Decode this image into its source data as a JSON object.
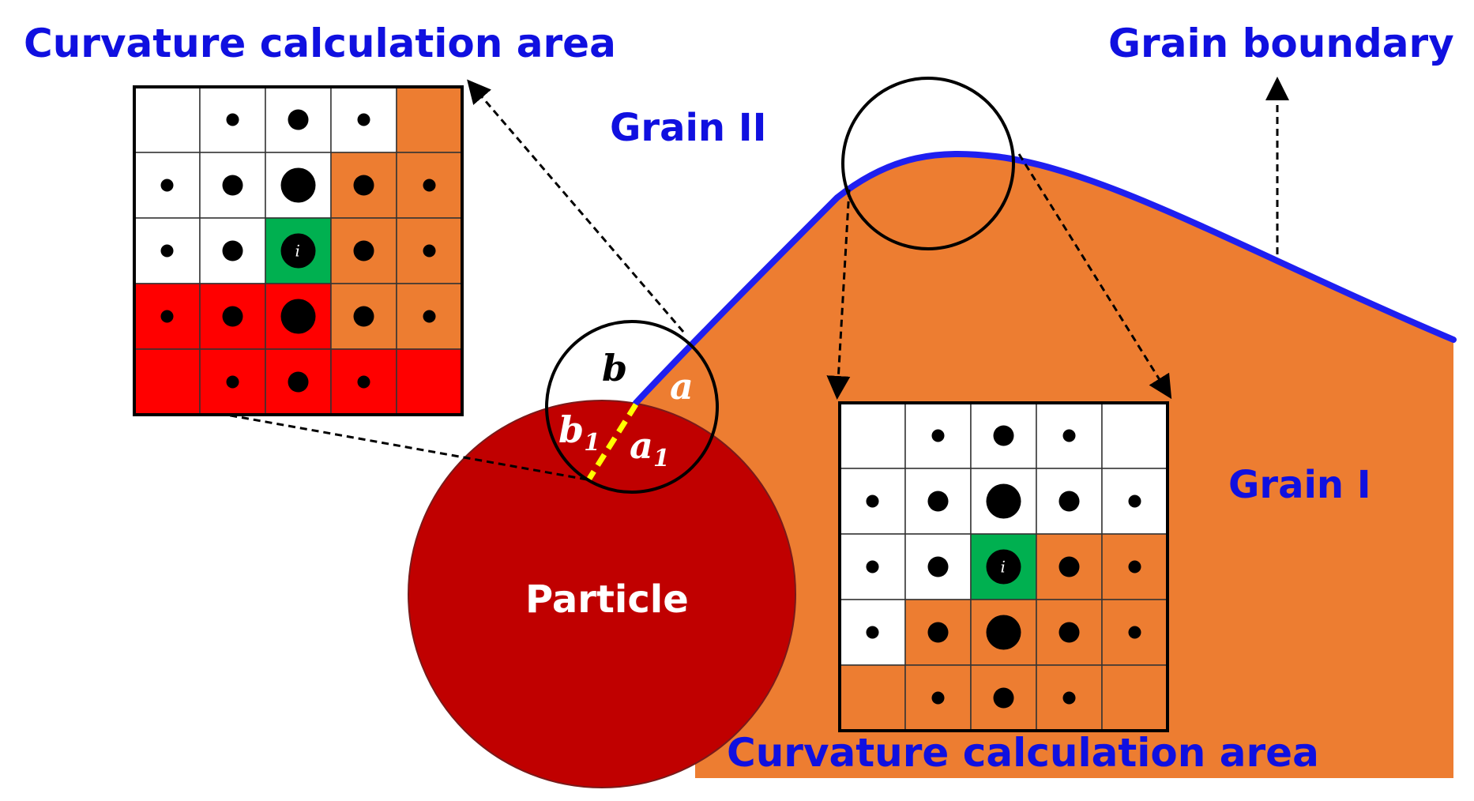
{
  "labels": {
    "curvature_area_top": "Curvature calculation area",
    "curvature_area_bottom": "Curvature calculation area",
    "grain_boundary": "Grain boundary",
    "grain_two": "Grain II",
    "grain_one": "Grain I",
    "particle": "Particle",
    "region_a": "a",
    "region_b": "b",
    "region_a1": "a",
    "region_a1_sub": "1",
    "region_b1": "b",
    "region_b1_sub": "1",
    "cell_i": "i"
  },
  "colors": {
    "grain_one": "#ed7d31",
    "particle": "#c00000",
    "boundary": "#1f1ff0",
    "grid_red": "#ff0000",
    "center_cell": "#00b050",
    "label_blue": "#1010e0",
    "interface_dash": "#ffff00"
  },
  "grids": {
    "left": {
      "cells": [
        [
          "white",
          "white",
          "white",
          "white",
          "orange"
        ],
        [
          "white",
          "white",
          "white",
          "orange",
          "orange"
        ],
        [
          "white",
          "white",
          "green",
          "orange",
          "orange"
        ],
        [
          "red",
          "red",
          "red",
          "orange",
          "orange"
        ],
        [
          "red",
          "red",
          "red",
          "red",
          "red"
        ]
      ],
      "dots": [
        [
          0,
          1,
          2,
          1,
          0
        ],
        [
          1,
          2,
          3,
          2,
          1
        ],
        [
          1,
          2,
          3,
          2,
          1
        ],
        [
          1,
          2,
          3,
          2,
          1
        ],
        [
          0,
          1,
          2,
          1,
          0
        ]
      ]
    },
    "right": {
      "cells": [
        [
          "white",
          "white",
          "white",
          "white",
          "white"
        ],
        [
          "white",
          "white",
          "white",
          "white",
          "white"
        ],
        [
          "white",
          "white",
          "green",
          "orange",
          "orange"
        ],
        [
          "white",
          "orange",
          "orange",
          "orange",
          "orange"
        ],
        [
          "orange",
          "orange",
          "orange",
          "orange",
          "orange"
        ]
      ],
      "dots": [
        [
          0,
          1,
          2,
          1,
          0
        ],
        [
          1,
          2,
          3,
          2,
          1
        ],
        [
          1,
          2,
          3,
          2,
          1
        ],
        [
          1,
          2,
          3,
          2,
          1
        ],
        [
          0,
          1,
          2,
          1,
          0
        ]
      ]
    }
  }
}
